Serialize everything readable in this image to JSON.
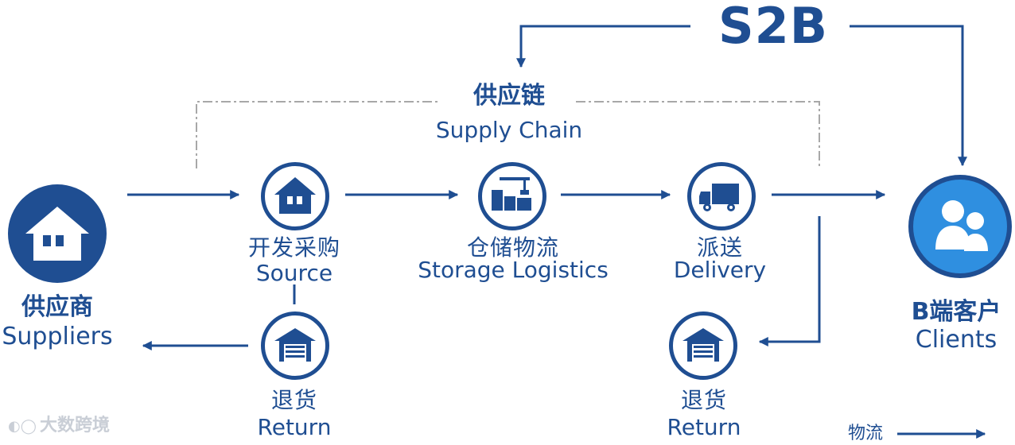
{
  "colors": {
    "primary": "#1f4e92",
    "client_fill": "#2f8fe0",
    "dashed": "#a8a8a8",
    "watermark": "#c9ced6"
  },
  "header": {
    "title": "S2B"
  },
  "supply_chain": {
    "label_zh": "供应链",
    "label_en": "Supply Chain"
  },
  "nodes": {
    "suppliers": {
      "label_zh": "供应商",
      "label_en": "Suppliers",
      "icon": "house-icon"
    },
    "source": {
      "label_zh": "开发采购",
      "label_en": "Source",
      "icon": "house-icon"
    },
    "storage": {
      "label_zh": "仓储物流",
      "label_en": "Storage Logistics",
      "icon": "warehouse-crane-icon"
    },
    "delivery": {
      "label_zh": "派送",
      "label_en": "Delivery",
      "icon": "truck-icon"
    },
    "clients": {
      "label_zh": "B端客户",
      "label_en": "Clients",
      "icon": "users-icon"
    },
    "return_left": {
      "label_zh": "退货",
      "label_en": "Return",
      "icon": "garage-icon"
    },
    "return_right": {
      "label_zh": "退货",
      "label_en": "Return",
      "icon": "garage-icon"
    }
  },
  "legend": {
    "label": "物流"
  },
  "watermark": {
    "text": "大数跨境"
  }
}
